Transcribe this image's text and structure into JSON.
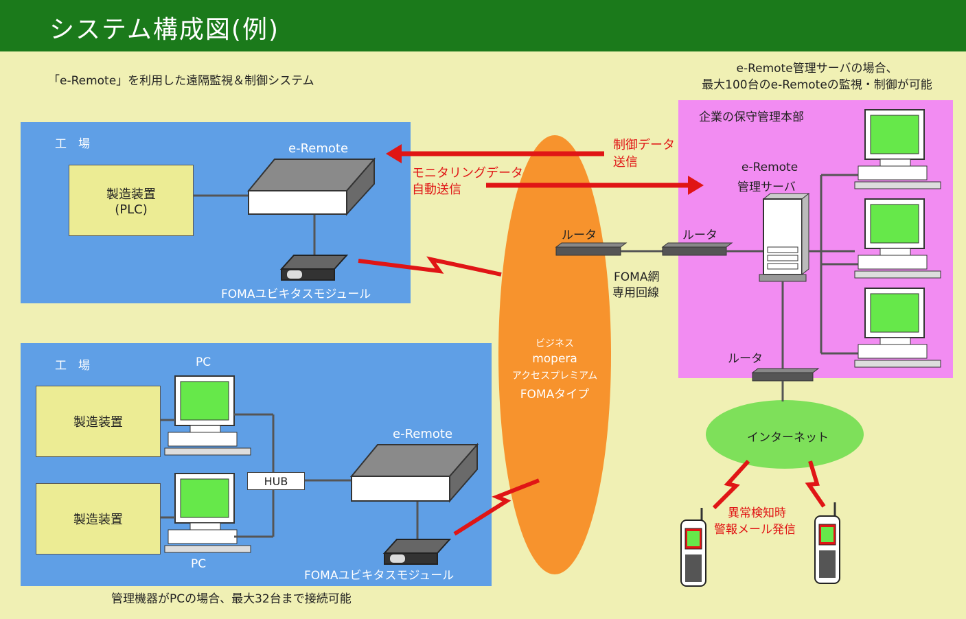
{
  "header": {
    "title": "システム構成図(例)",
    "subtitle": "「e-Remote」を利用した遠隔監視＆制御システム"
  },
  "top_note": {
    "line1": "e-Remote管理サーバの場合、",
    "line2": "最大100台のe-Remoteの監視・制御が可能"
  },
  "factory1": {
    "label": "工　場",
    "device_line1": "製造装置",
    "device_line2": "(PLC)",
    "eremote_label": "e-Remote",
    "foma_label": "FOMAユビキタスモジュール"
  },
  "factory2": {
    "label": "工　場",
    "pc_top": "PC",
    "pc_bottom": "PC",
    "device1": "製造装置",
    "device2": "製造装置",
    "hub": "HUB",
    "eremote_label": "e-Remote",
    "foma_label": "FOMAユビキタスモジュール"
  },
  "bottom_note": "管理機器がPCの場合、最大32台まで接続可能",
  "network": {
    "control_line1": "制御データ",
    "control_line2": "送信",
    "monitor_line1": "モニタリングデータ",
    "monitor_line2": "自動送信",
    "router_left": "ルータ",
    "router_right": "ルータ",
    "router_bottom": "ルータ",
    "foma_line1": "FOMA網",
    "foma_line2": "専用回線",
    "ellipse_line1": "ビジネス",
    "ellipse_line2": "mopera",
    "ellipse_line3": "アクセスプレミアム",
    "ellipse_line4": "FOMAタイプ"
  },
  "hq": {
    "label": "企業の保守管理本部",
    "server_line1": "e-Remote",
    "server_line2": "管理サーバ"
  },
  "internet": {
    "label": "インターネット",
    "alert_line1": "異常検知時",
    "alert_line2": "警報メール発信"
  },
  "colors": {
    "title_bar": "#1b7a1b",
    "background": "#f0f0b4",
    "factory_box": "#5f9fe6",
    "hq_box": "#f28cf2",
    "ellipse": "#f7932d",
    "internet": "#7ee05a",
    "arrow": "#e01515",
    "screen": "#66e84a"
  }
}
